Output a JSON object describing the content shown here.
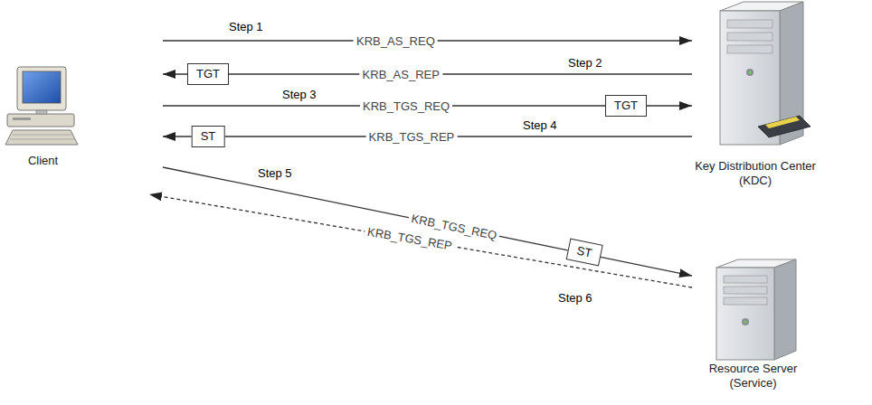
{
  "diagram": {
    "nodes": [
      {
        "text": [
          "Client"
        ]
      },
      {
        "text": [
          "Key Distribution Center (KDC)"
        ]
      },
      {
        "text": [
          "Resource Server (Service)"
        ]
      },
      {
        "text": [
          "TGT"
        ]
      },
      {
        "text": [
          "TGT"
        ]
      },
      {
        "text": [
          "ST"
        ]
      },
      {
        "text": [
          "ST"
        ]
      }
    ],
    "edges": [
      {
        "from": 0,
        "to": 1,
        "arrow": "to",
        "label": "KRB_AS_REQ"
      },
      {
        "from": 1,
        "to": 0,
        "arrow": "to",
        "label": "KRB_AS_REP"
      },
      {
        "from": 0,
        "to": 1,
        "arrow": "to",
        "label": "KRB_TGS_REQ"
      },
      {
        "from": 1,
        "to": 0,
        "arrow": "to",
        "label": "KRB_TGS_REP"
      },
      {
        "from": 0,
        "to": 2,
        "arrow": "to",
        "label": "KRB_TGS_REQ"
      },
      {
        "from": 2,
        "to": 0,
        "arrow": "to",
        "label": "KRB_TGS_REP"
      }
    ],
    "labels": [
      "Step 1",
      "Step 2",
      "Step 3",
      "Step 4",
      "Step 5",
      "Step 6"
    ]
  }
}
